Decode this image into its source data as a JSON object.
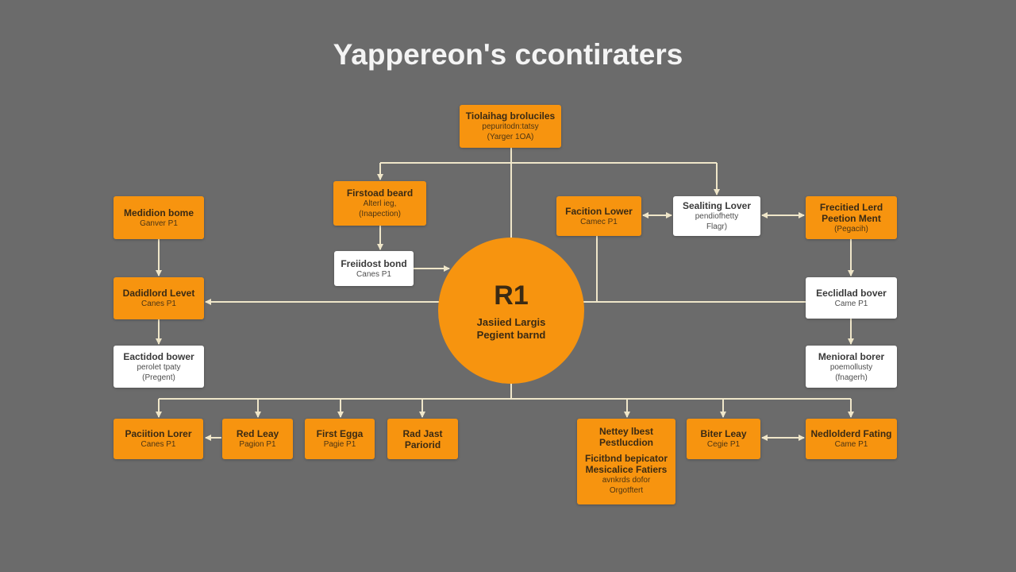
{
  "title": "Yappereon's ccontiraters",
  "colors": {
    "background": "#6b6b6b",
    "orange": "#f7940f",
    "white": "#ffffff",
    "connector": "#efe6c9"
  },
  "center": {
    "label": "R1",
    "line1": "Jasiied Largis",
    "line2": "Pegient barnd"
  },
  "nodes": {
    "top": {
      "title": "Tiolaihag broluciles",
      "l1": "pepuritodn:tatsy",
      "l2": "(Yarger 1OA)"
    },
    "upper_left": {
      "title": "Firstoad beard",
      "l1": "Alterl ieg,",
      "l2": "(Inapection)"
    },
    "upper_left_child": {
      "title": "Freiidost bond",
      "l1": "Canes P1"
    },
    "left1": {
      "title": "Medidion bome",
      "l1": "Ganver P1"
    },
    "left2": {
      "title": "Dadidlord Levet",
      "l1": "Canes P1"
    },
    "left3": {
      "title": "Eactidod bower",
      "l1": "perolet tpaty",
      "l2": "(Pregent)"
    },
    "right_a": {
      "title": "Facition Lower",
      "l1": "Camec P1"
    },
    "right_b": {
      "title": "Sealiting Lover",
      "l1": "pendiofhetty",
      "l2": "Flagr)"
    },
    "right_c": {
      "title": "Frecitied Lerd",
      "l1": "Peetion Ment",
      "l2": "(Pegacih)"
    },
    "right_d": {
      "title": "Eeclidlad bover",
      "l1": "Came P1"
    },
    "right_e": {
      "title": "Menioral borer",
      "l1": "poemollusty",
      "l2": "(fnagerh)"
    },
    "bottom1": {
      "title": "Paciition Lorer",
      "l1": "Canes P1"
    },
    "bottom2": {
      "title": "Red Leay",
      "l1": "Pagion P1"
    },
    "bottom3": {
      "title": "First Egga",
      "l1": "Pagie P1"
    },
    "bottom4": {
      "title": "Rad Jast",
      "l1": "Pariorid"
    },
    "bottom5": {
      "title": "Nettey lbest",
      "l1": "Pestlucdion",
      "l2": "Ficitbnd bepicator",
      "l3": "Mesicalice Fatiers",
      "l4": "avnkrds dofor",
      "l5": "Orgotftert"
    },
    "bottom6": {
      "title": "Biter Leay",
      "l1": "Cegie P1"
    },
    "bottom7": {
      "title": "Nedlolderd Fating",
      "l1": "Came P1"
    }
  }
}
